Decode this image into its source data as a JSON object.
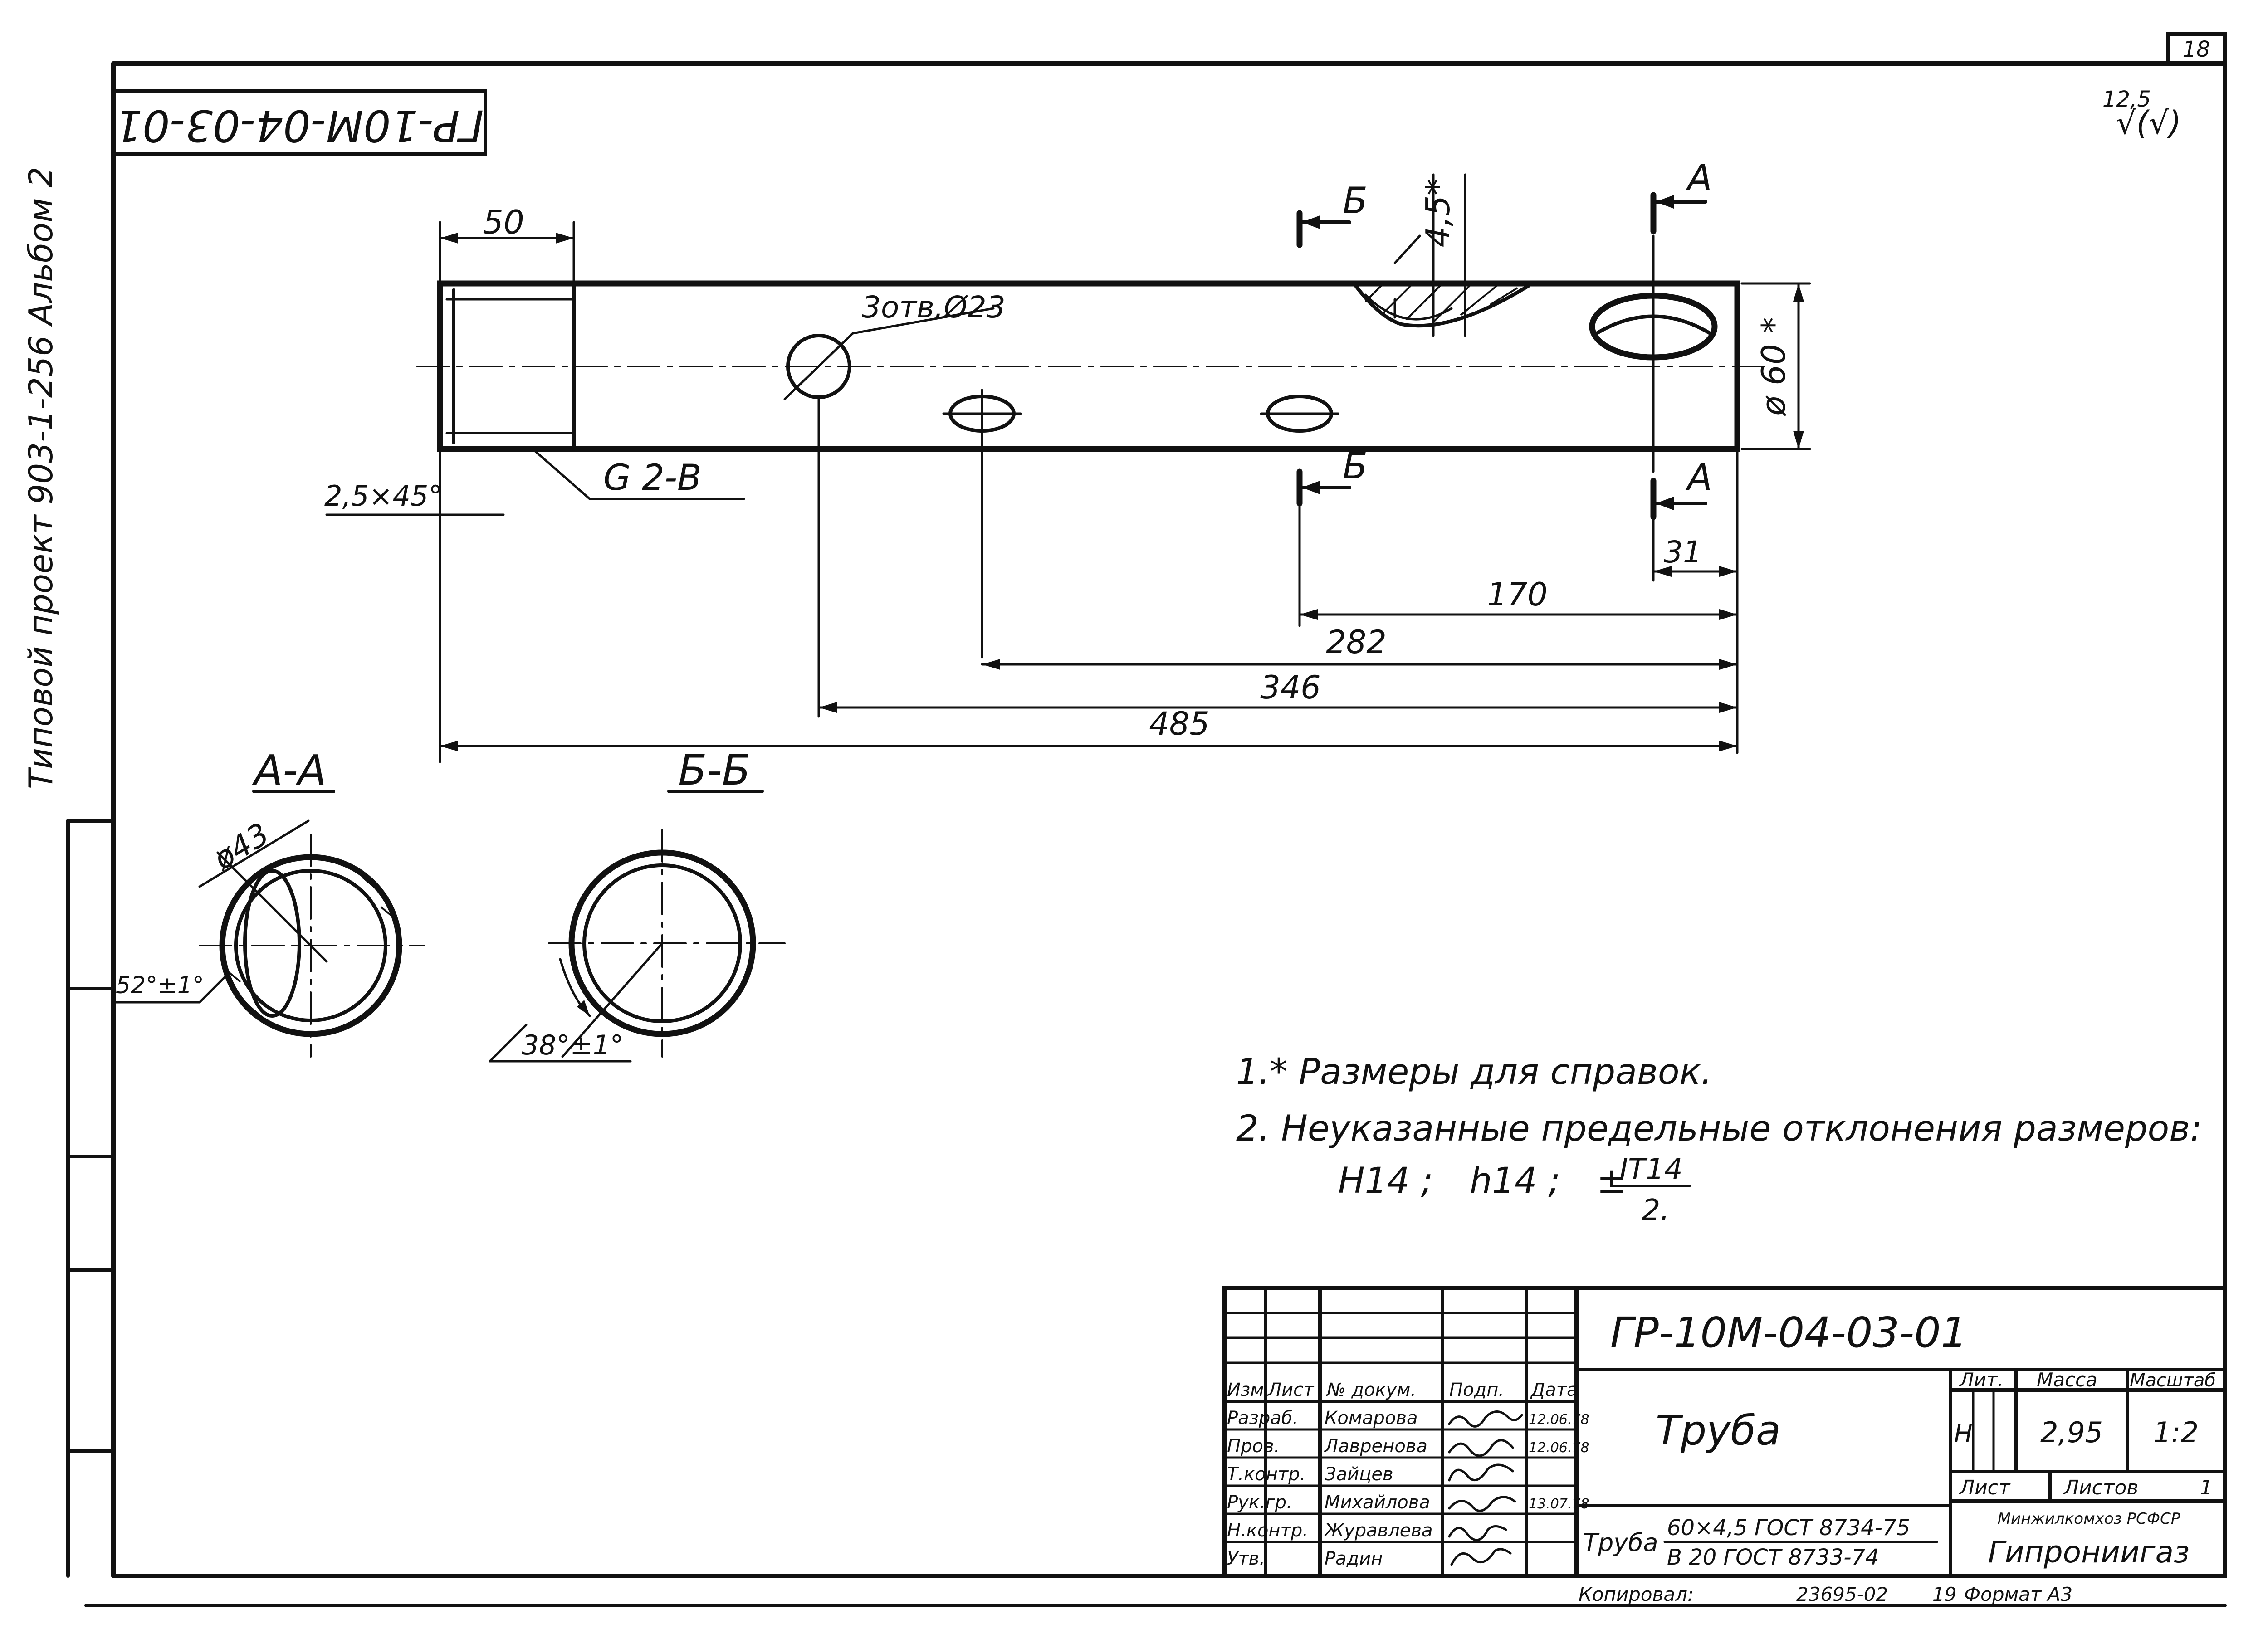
{
  "sheet_number": "18",
  "corner_code": "ГР-10М-04-03-01",
  "roughness": {
    "value": "12,5",
    "symbol": "√(√)"
  },
  "side_stamp": "Типовой проект 903-1-256 Альбом 2",
  "dimensions": {
    "thread_length": "50",
    "holes": "3отв.Ø23",
    "wall": "4,5*",
    "diameter": "ø 60 *",
    "chamfer": "2,5×45°",
    "thread": "G 2-B",
    "a_offset": "31",
    "d170": "170",
    "d282": "282",
    "d346": "346",
    "d485": "485"
  },
  "sections": {
    "a_label": "А-А",
    "b_label": "Б-Б",
    "a_mark": "А",
    "b_mark": "Б",
    "a_diameter": "ø43",
    "a_angle": "52°±1°",
    "b_angle": "38°±1°"
  },
  "notes": {
    "note1": "1.* Размеры для справок.",
    "note2": "2. Неуказанные предельные отклонения размеров:",
    "tol_h": "H14 ;",
    "tol_hs": "h14 ;",
    "tol_pm": "±",
    "tol_num": "IT14",
    "tol_den": "2."
  },
  "title_block": {
    "code": "ГР-10М-04-03-01",
    "name": "Труба",
    "material_label": "Труба",
    "material_top": "60×4,5 ГОСТ 8734-75",
    "material_bottom": "В 20 ГОСТ 8733-74",
    "lit_header": "Лит.",
    "mass_header": "Масса",
    "scale_header": "Масштаб",
    "lit_value": "Н",
    "mass_value": "2,95",
    "scale_value": "1:2",
    "sheet_label": "Лист",
    "sheets_label": "Листов",
    "sheets_value": "1",
    "org_top": "Минжилкомхоз РСФСР",
    "org_name": "Гипрониигаз",
    "col_izm": "Изм.",
    "col_list": "Лист",
    "col_doc": "№ докум.",
    "col_sign": "Подп.",
    "col_date": "Дата",
    "rows": [
      {
        "role": "Разраб.",
        "name": "Комарова",
        "date": "12.06.78"
      },
      {
        "role": "Пров.",
        "name": "Лавренова",
        "date": "12.06.78"
      },
      {
        "role": "Т.контр.",
        "name": "Зайцев",
        "date": ""
      },
      {
        "role": "Рук.гр.",
        "name": "Михайлова",
        "date": "13.07.78"
      },
      {
        "role": "Н.контр.",
        "name": "Журавлева",
        "date": ""
      },
      {
        "role": "Утв.",
        "name": "Радин",
        "date": ""
      }
    ]
  },
  "copy_line": {
    "copied": "Копировал:",
    "order": "23695-02",
    "num": "19",
    "format": "Формат А3"
  }
}
